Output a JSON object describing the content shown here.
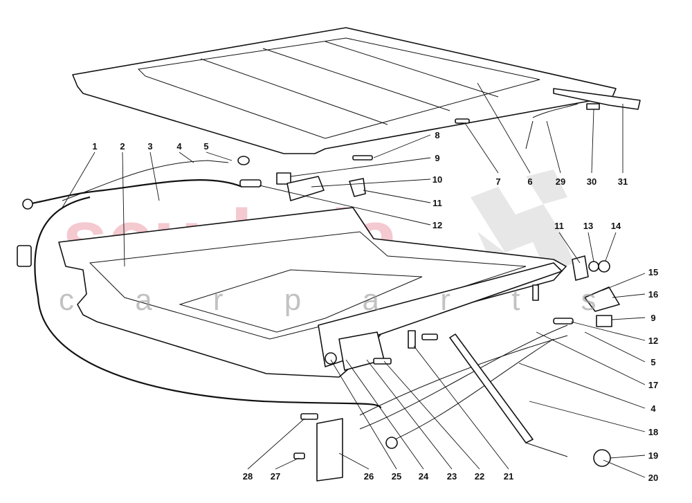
{
  "watermark": {
    "brand": "scuderia",
    "tagline": "c a r p a r t s",
    "brand_color": "#e88a98",
    "flag_color": "#cccccc"
  },
  "callouts": [
    "1",
    "2",
    "3",
    "4",
    "5",
    "8",
    "9",
    "10",
    "11",
    "12",
    "7",
    "6",
    "29",
    "30",
    "31",
    "11",
    "13",
    "14",
    "15",
    "16",
    "9",
    "12",
    "5",
    "17",
    "4",
    "18",
    "19",
    "20",
    "28",
    "27",
    "26",
    "25",
    "24",
    "23",
    "22",
    "21"
  ]
}
